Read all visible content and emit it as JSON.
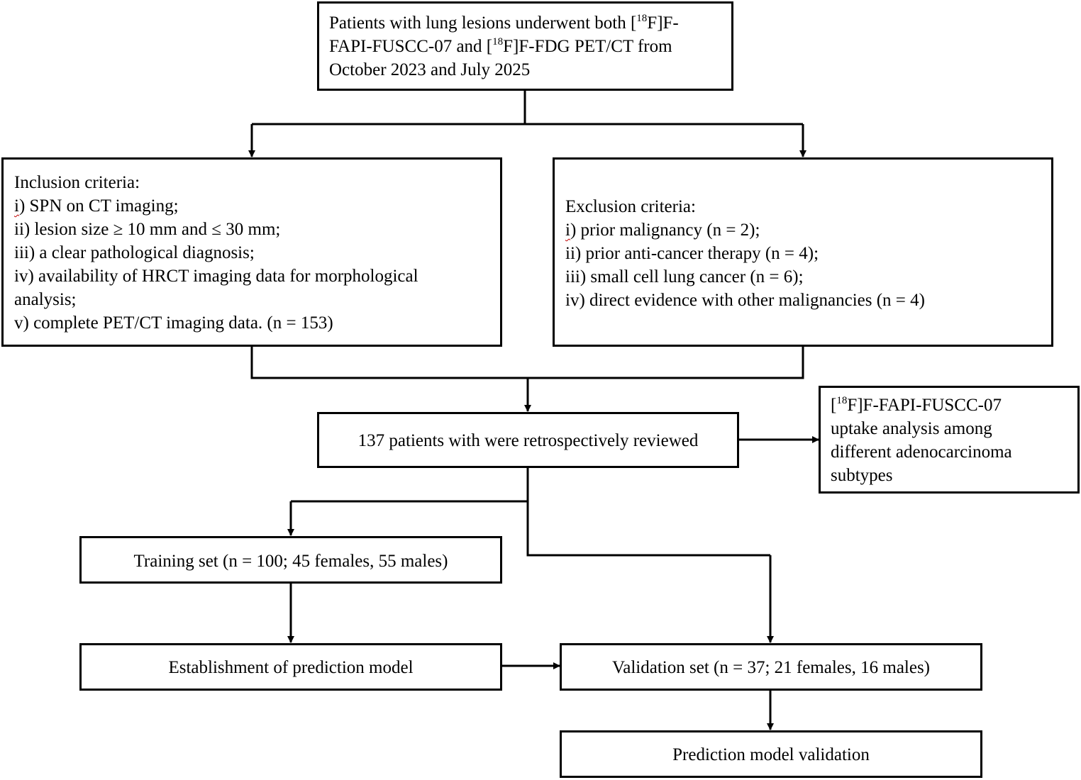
{
  "start": {
    "line1_pre": "Patients with lung lesions underwent both [",
    "sup": "18",
    "line1_post": "F]F-",
    "line2_pre": "FAPI-FUSCC-07 and [",
    "line2_post": "F]F-FDG PET/CT from",
    "line3": "October 2023 and July 2025"
  },
  "inclusion": {
    "title": "Inclusion criteria:",
    "items": [
      {
        "num": "i",
        "text": ") SPN on CT imaging;"
      },
      {
        "num": "ii",
        "text": ") lesion size ≥ 10 mm and ≤ 30 mm;"
      },
      {
        "num": "iii",
        "text": ") a clear pathological diagnosis;"
      },
      {
        "num": "iv",
        "text": ") availability of HRCT imaging data for morphological"
      },
      {
        "num": "",
        "text": "analysis;"
      },
      {
        "num": "v",
        "text": ") complete PET/CT imaging data. (n = 153)"
      }
    ]
  },
  "exclusion": {
    "title": "Exclusion criteria:",
    "items": [
      {
        "num": "i",
        "text": ") prior malignancy (n = 2);"
      },
      {
        "num": "ii",
        "text": ") prior anti-cancer therapy (n = 4);"
      },
      {
        "num": "iii",
        "text": ") small cell lung cancer (n = 6);"
      },
      {
        "num": "iv",
        "text": ") direct evidence with other malignancies (n = 4)"
      }
    ]
  },
  "reviewed": {
    "text": "137 patients with were retrospectively reviewed"
  },
  "uptake": {
    "line1_pre": "[",
    "sup": "18",
    "line1_post": "F]F-FAPI-FUSCC-07",
    "line2": "uptake analysis among",
    "line3": "different adenocarcinoma",
    "line4": "subtypes"
  },
  "training": {
    "text": "Training set (n = 100; 45 females, 55 males)"
  },
  "establish": {
    "text": "Establishment of prediction model"
  },
  "validation_set": {
    "text": "Validation set (n = 37; 21 females, 16 males)"
  },
  "model_validation": {
    "text": "Prediction model validation"
  }
}
